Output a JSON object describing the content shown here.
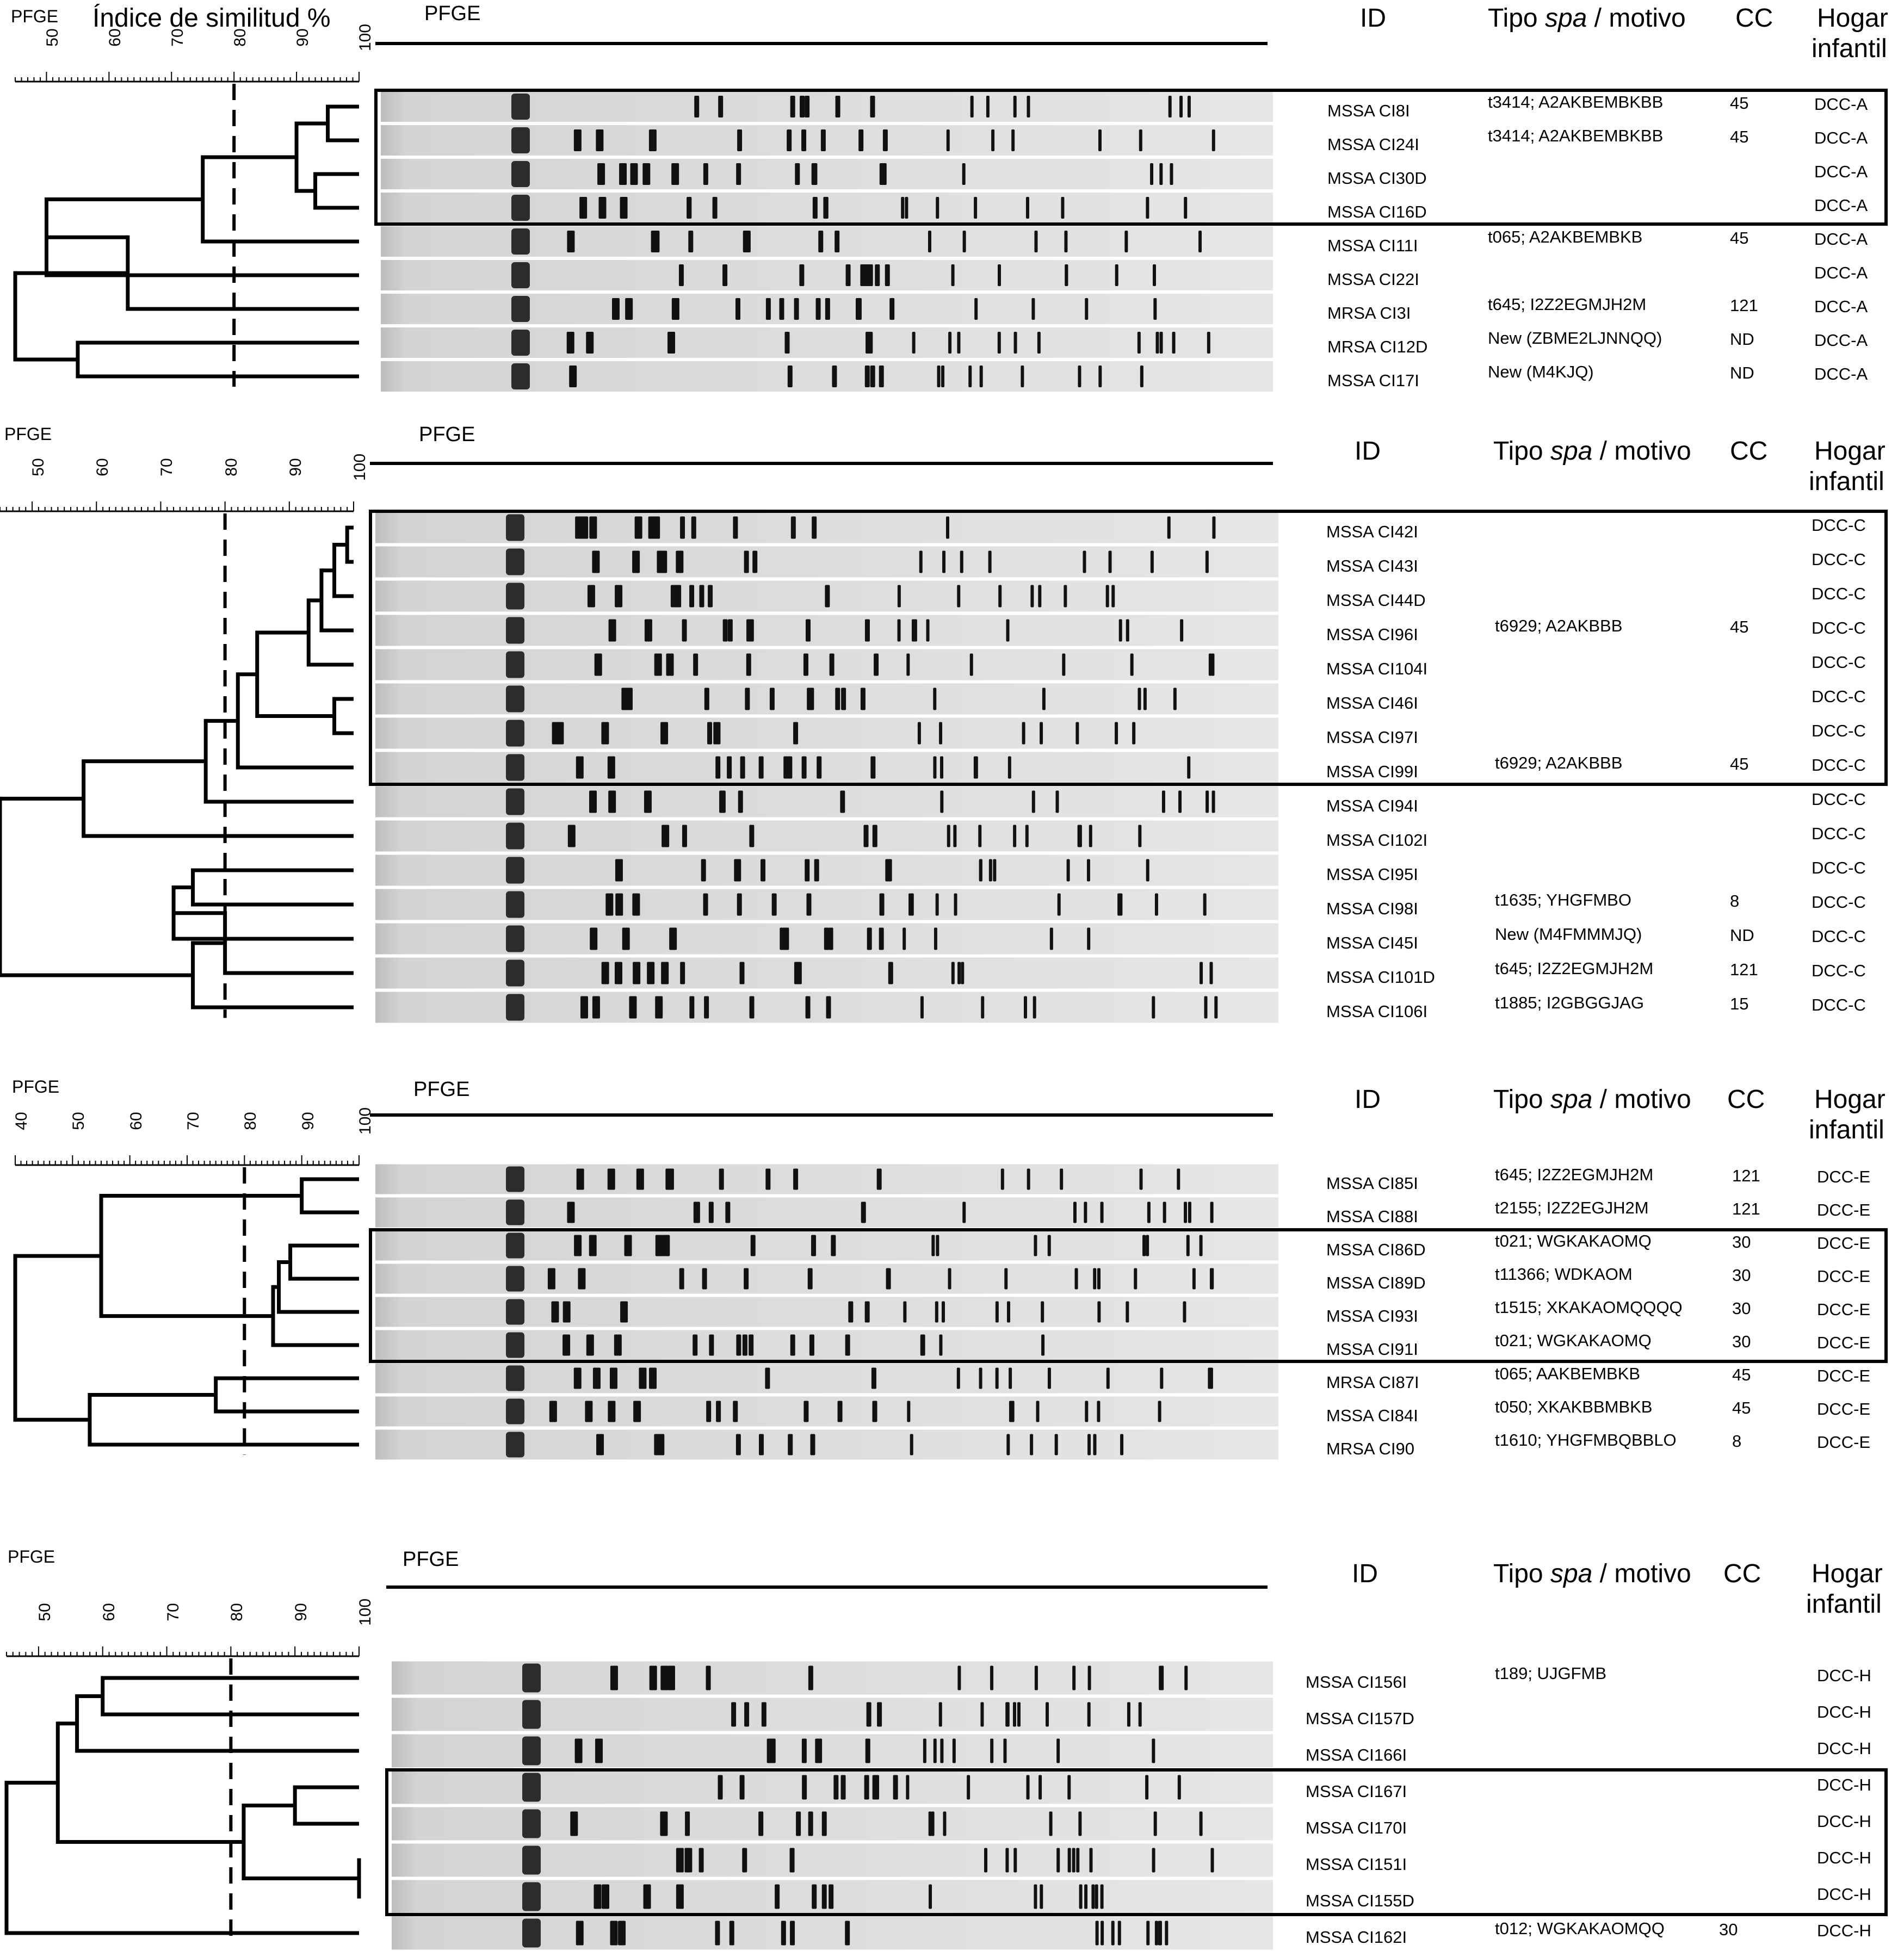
{
  "label_pfge": "PFGE",
  "similarity_label": "Índice de similitud %",
  "headers": {
    "id": "ID",
    "spa_prefix": "Tipo ",
    "spa_italic": "spa",
    "spa_suffix": " / motivo",
    "cc": "CC",
    "household_line1": "Hogar",
    "household_line2": "infantil"
  },
  "cutoff_line_value": 80,
  "panels": [
    {
      "scale_min": 45,
      "ticks": [
        "50",
        "60",
        "70",
        "80",
        "90",
        "100"
      ],
      "rows": [
        {
          "id": "MSSA CI8I",
          "spa": "t3414; A2AKBEMBKBB",
          "cc": "45",
          "home": "DCC-A"
        },
        {
          "id": "MSSA CI24I",
          "spa": "t3414; A2AKBEMBKBB",
          "cc": "45",
          "home": "DCC-A"
        },
        {
          "id": "MSSA CI30D",
          "spa": "",
          "cc": "",
          "home": "DCC-A"
        },
        {
          "id": "MSSA CI16D",
          "spa": "",
          "cc": "",
          "home": "DCC-A"
        },
        {
          "id": "MSSA CI11I",
          "spa": "t065; A2AKBEMBKB",
          "cc": "45",
          "home": "DCC-A"
        },
        {
          "id": "MSSA CI22I",
          "spa": "",
          "cc": "",
          "home": "DCC-A"
        },
        {
          "id": "MRSA CI3I",
          "spa": "t645; I2Z2EGMJH2M",
          "cc": "121",
          "home": "DCC-A"
        },
        {
          "id": "MRSA CI12D",
          "spa": "New (ZBME2LJNNQQ)",
          "cc": "ND",
          "home": "DCC-A"
        },
        {
          "id": "MSSA CI17I",
          "spa": "New (M4KJQ)",
          "cc": "ND",
          "home": "DCC-A"
        }
      ]
    },
    {
      "scale_min": 45,
      "ticks": [
        "50",
        "60",
        "70",
        "80",
        "90",
        "100"
      ],
      "rows": [
        {
          "id": "MSSA CI42I",
          "spa": "",
          "cc": "",
          "home": "DCC-C"
        },
        {
          "id": "MSSA CI43I",
          "spa": "",
          "cc": "",
          "home": "DCC-C"
        },
        {
          "id": "MSSA CI44D",
          "spa": "",
          "cc": "",
          "home": "DCC-C"
        },
        {
          "id": "MSSA CI96I",
          "spa": "t6929; A2AKBBB",
          "cc": "45",
          "home": "DCC-C"
        },
        {
          "id": "MSSA CI104I",
          "spa": "",
          "cc": "",
          "home": "DCC-C"
        },
        {
          "id": "MSSA CI46I",
          "spa": "",
          "cc": "",
          "home": "DCC-C"
        },
        {
          "id": "MSSA CI97I",
          "spa": "",
          "cc": "",
          "home": "DCC-C"
        },
        {
          "id": "MSSA CI99I",
          "spa": "t6929; A2AKBBB",
          "cc": "45",
          "home": "DCC-C"
        },
        {
          "id": "MSSA CI94I",
          "spa": "",
          "cc": "",
          "home": "DCC-C"
        },
        {
          "id": "MSSA CI102I",
          "spa": "",
          "cc": "",
          "home": "DCC-C"
        },
        {
          "id": "MSSA CI95I",
          "spa": "",
          "cc": "",
          "home": "DCC-C"
        },
        {
          "id": "MSSA CI98I",
          "spa": "t1635; YHGFMBO",
          "cc": "8",
          "home": "DCC-C"
        },
        {
          "id": "MSSA CI45I",
          "spa": "New (M4FMMMJQ)",
          "cc": "ND",
          "home": "DCC-C"
        },
        {
          "id": "MSSA CI101D",
          "spa": "t645; I2Z2EGMJH2M",
          "cc": "121",
          "home": "DCC-C"
        },
        {
          "id": "MSSA CI106I",
          "spa": "t1885; I2GBGGJAG",
          "cc": "15",
          "home": "DCC-C"
        }
      ]
    },
    {
      "scale_min": 40,
      "ticks": [
        "40",
        "50",
        "60",
        "70",
        "80",
        "90",
        "100"
      ],
      "rows": [
        {
          "id": "MSSA CI85I",
          "spa": "t645; I2Z2EGMJH2M",
          "cc": "121",
          "home": "DCC-E"
        },
        {
          "id": "MSSA CI88I",
          "spa": "t2155; I2Z2EGJH2M",
          "cc": "121",
          "home": "DCC-E"
        },
        {
          "id": "MSSA CI86D",
          "spa": "t021; WGKAKAOMQ",
          "cc": "30",
          "home": "DCC-E"
        },
        {
          "id": "MSSA CI89D",
          "spa": "t11366; WDKAOM",
          "cc": "30",
          "home": "DCC-E"
        },
        {
          "id": "MSSA CI93I",
          "spa": "t1515; XKAKAOMQQQQ",
          "cc": "30",
          "home": "DCC-E"
        },
        {
          "id": "MSSA CI91I",
          "spa": "t021; WGKAKAOMQ",
          "cc": "30",
          "home": "DCC-E"
        },
        {
          "id": "MRSA CI87I",
          "spa": "t065; AAKBEMBKB",
          "cc": "45",
          "home": "DCC-E"
        },
        {
          "id": "MSSA CI84I",
          "spa": "t050; XKAKBBMBKB",
          "cc": "45",
          "home": "DCC-E"
        },
        {
          "id": "MRSA CI90",
          "spa": "t1610; YHGFMBQBBLO",
          "cc": "8",
          "home": "DCC-E"
        }
      ]
    },
    {
      "scale_min": 45,
      "ticks": [
        "50",
        "60",
        "70",
        "80",
        "90",
        "100"
      ],
      "rows": [
        {
          "id": "MSSA CI156I",
          "spa": "t189; UJGFMB",
          "cc": "",
          "home": "DCC-H"
        },
        {
          "id": "MSSA CI157D",
          "spa": "",
          "cc": "",
          "home": "DCC-H"
        },
        {
          "id": "MSSA CI166I",
          "spa": "",
          "cc": "",
          "home": "DCC-H"
        },
        {
          "id": "MSSA CI167I",
          "spa": "",
          "cc": "",
          "home": "DCC-H"
        },
        {
          "id": "MSSA CI170I",
          "spa": "",
          "cc": "",
          "home": "DCC-H"
        },
        {
          "id": "MSSA CI151I",
          "spa": "",
          "cc": "",
          "home": "DCC-H"
        },
        {
          "id": "MSSA CI155D",
          "spa": "",
          "cc": "",
          "home": "DCC-H"
        },
        {
          "id": "MSSA CI162I",
          "spa": "t012; WGKAKAOMQQ",
          "cc": "30",
          "home": "DCC-H"
        }
      ]
    }
  ]
}
